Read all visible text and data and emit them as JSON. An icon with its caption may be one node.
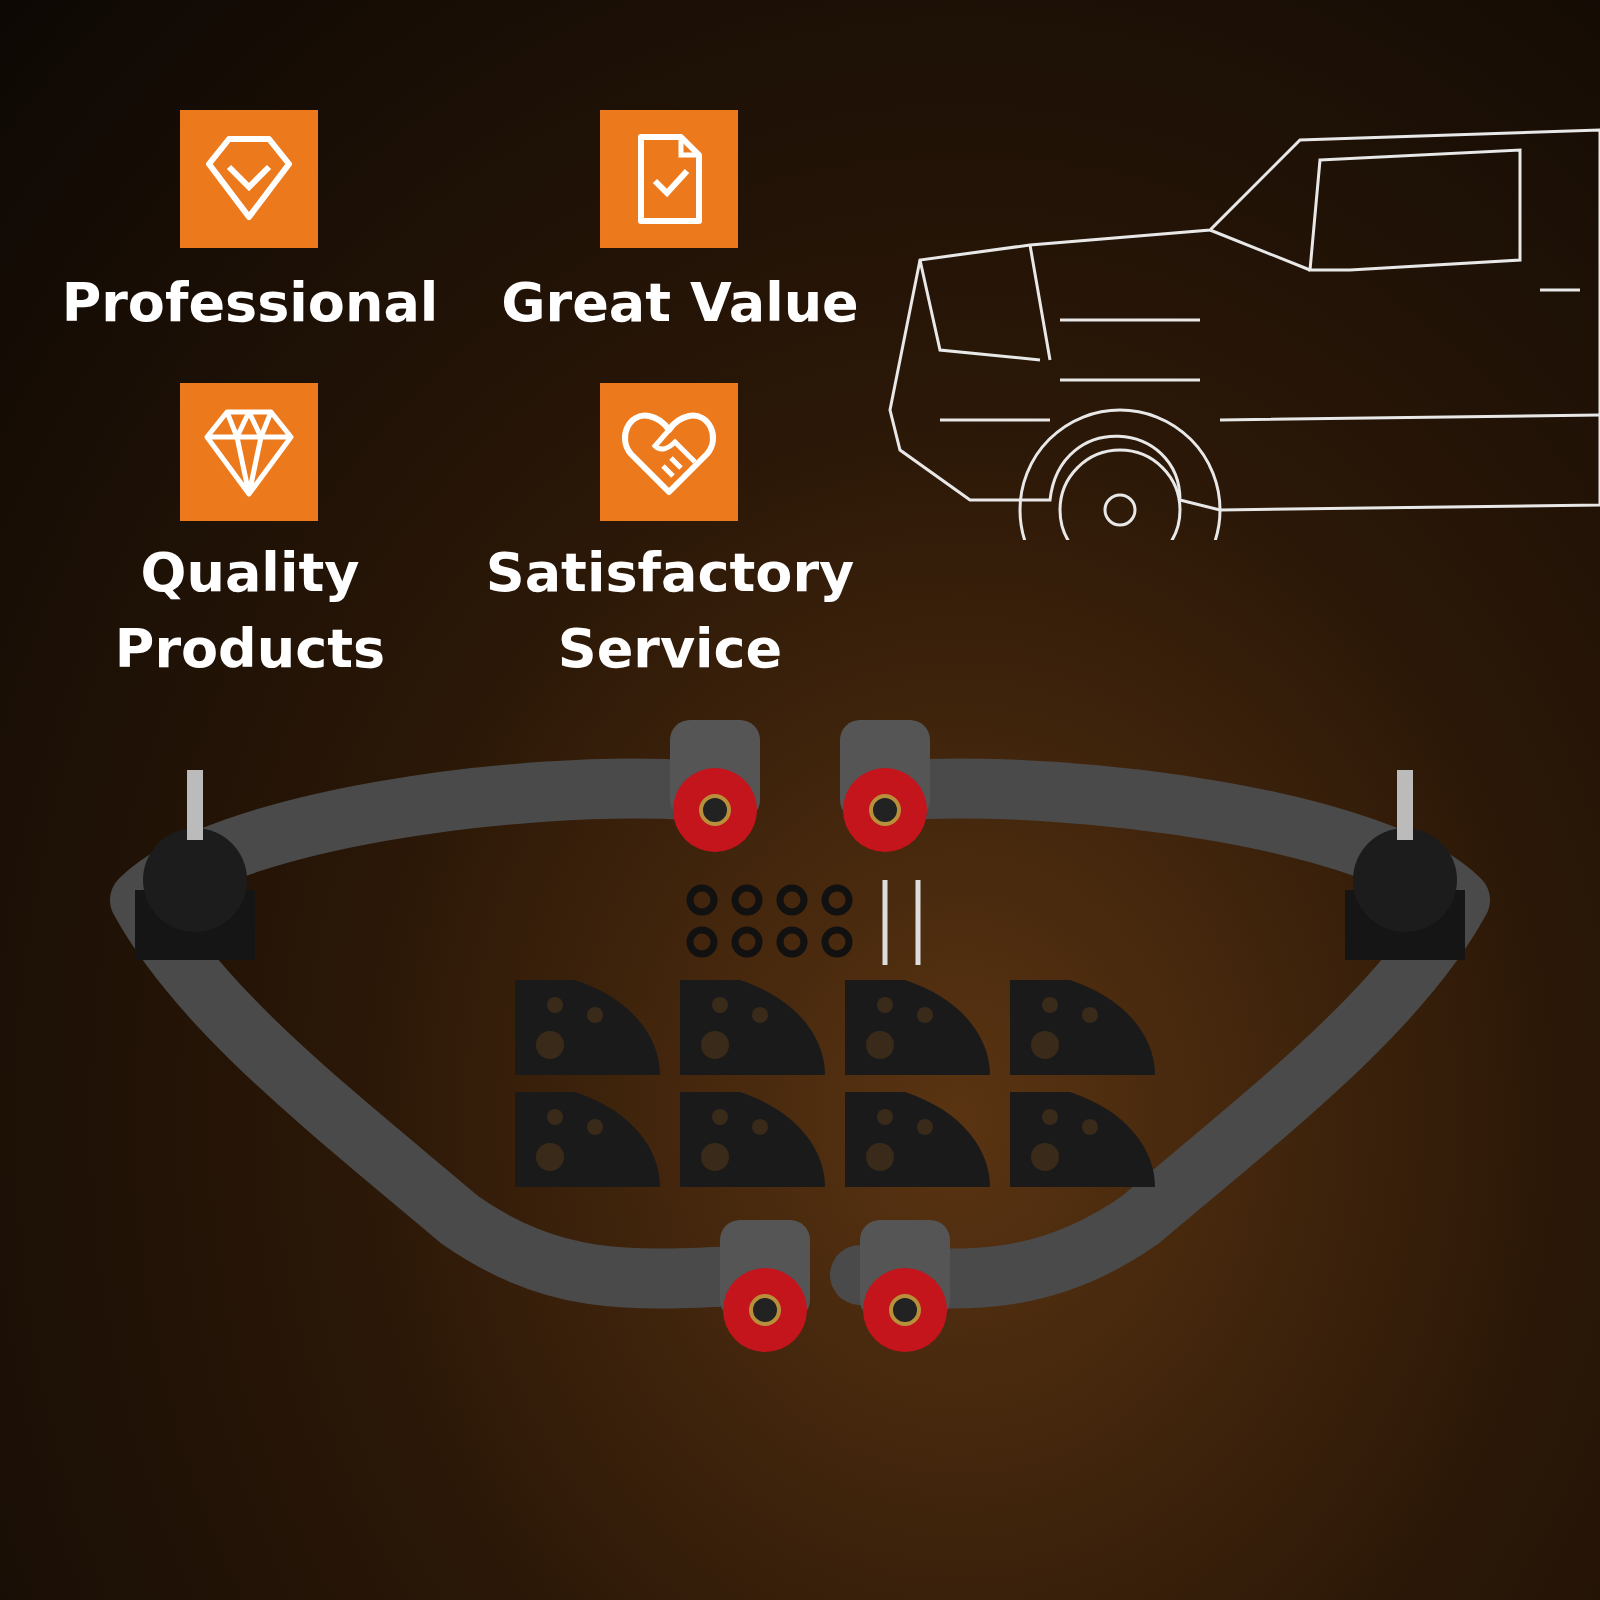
{
  "diagram": {
    "labels": [
      "Professional",
      "Great Value",
      "Quality Products",
      "Satisfactory Service"
    ]
  }
}
